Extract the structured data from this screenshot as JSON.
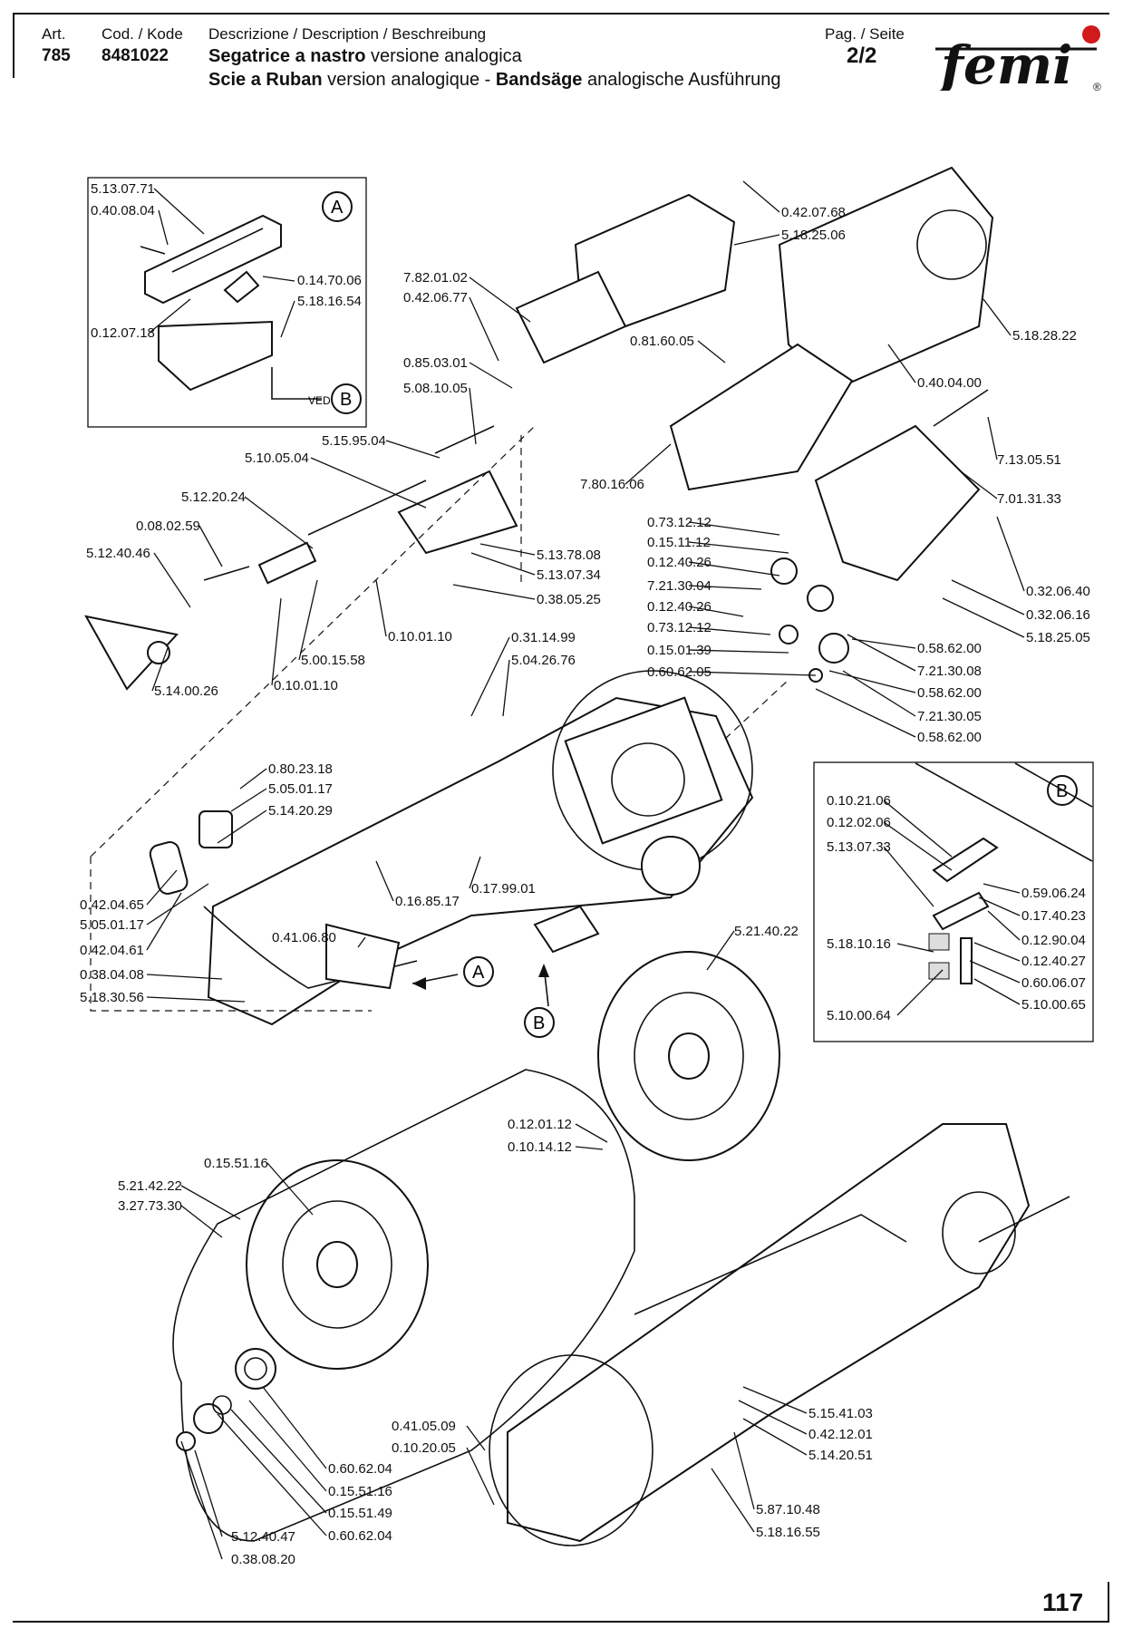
{
  "header": {
    "art_label": "Art.",
    "art_value": "785",
    "code_label": "Cod. / Kode",
    "code_value": "8481022",
    "desc_label": "Descrizione / Description / Beschreibung",
    "title_it_bold": "Segatrice a nastro",
    "title_it_rest": " versione analogica",
    "title2_fr_bold": "Scie a Ruban",
    "title2_fr_rest": " version analogique - ",
    "title2_de_bold": "Bandsäge",
    "title2_de_rest": " analogische Ausführung",
    "page_label": "Pag. / Seite",
    "page_value": "2/2",
    "logo_text": "femi",
    "logo_mark": "®"
  },
  "callouts": {
    "A": "A",
    "B": "B",
    "vedi": "VEDI"
  },
  "part_numbers": [
    "5.13.07.71",
    "0.40.08.04",
    "0.14.70.06",
    "5.18.16.54",
    "0.12.07.18",
    "7.82.01.02",
    "0.42.06.77",
    "0.85.03.01",
    "5.08.10.05",
    "5.15.95.04",
    "5.10.05.04",
    "5.12.20.24",
    "0.08.02.59",
    "5.12.40.46",
    "5.13.78.08",
    "5.13.07.34",
    "0.38.05.25",
    "0.10.01.10",
    "5.00.15.58",
    "0.10.01.10",
    "5.14.00.26",
    "0.42.07.68",
    "5.18.25.06",
    "5.18.28.22",
    "0.81.60.05",
    "0.40.04.00",
    "7.13.05.51",
    "7.01.31.33",
    "7.80.16.06",
    "0.73.12.12",
    "0.15.11.12",
    "0.12.40.26",
    "7.21.30.04",
    "0.12.40.26",
    "0.73.12.12",
    "0.15.01.39",
    "0.60.62.05",
    "0.32.06.40",
    "0.32.06.16",
    "5.18.25.05",
    "0.58.62.00",
    "7.21.30.08",
    "0.58.62.00",
    "7.21.30.05",
    "0.58.62.00",
    "0.31.14.99",
    "5.04.26.76",
    "0.80.23.18",
    "5.05.01.17",
    "5.14.20.29",
    "0.17.99.01",
    "0.16.85.17",
    "0.42.04.65",
    "5.05.01.17",
    "0.42.04.61",
    "0.41.06.80",
    "0.38.04.08",
    "5.18.30.56",
    "5.21.40.22",
    "0.10.21.06",
    "0.12.02.06",
    "5.13.07.33",
    "0.59.06.24",
    "0.17.40.23",
    "5.18.10.16",
    "0.12.90.04",
    "0.12.40.27",
    "0.60.06.07",
    "5.10.00.64",
    "5.10.00.65",
    "0.12.01.12",
    "0.10.14.12",
    "0.15.51.16",
    "5.21.42.22",
    "3.27.73.30",
    "5.15.41.03",
    "0.42.12.01",
    "5.14.20.51",
    "0.41.05.09",
    "0.10.20.05",
    "0.60.62.04",
    "0.15.51.16",
    "0.15.51.49",
    "0.60.62.04",
    "5.12.40.47",
    "0.38.08.20",
    "5.87.10.48",
    "5.18.16.55"
  ],
  "footer": {
    "page_number": "117"
  }
}
